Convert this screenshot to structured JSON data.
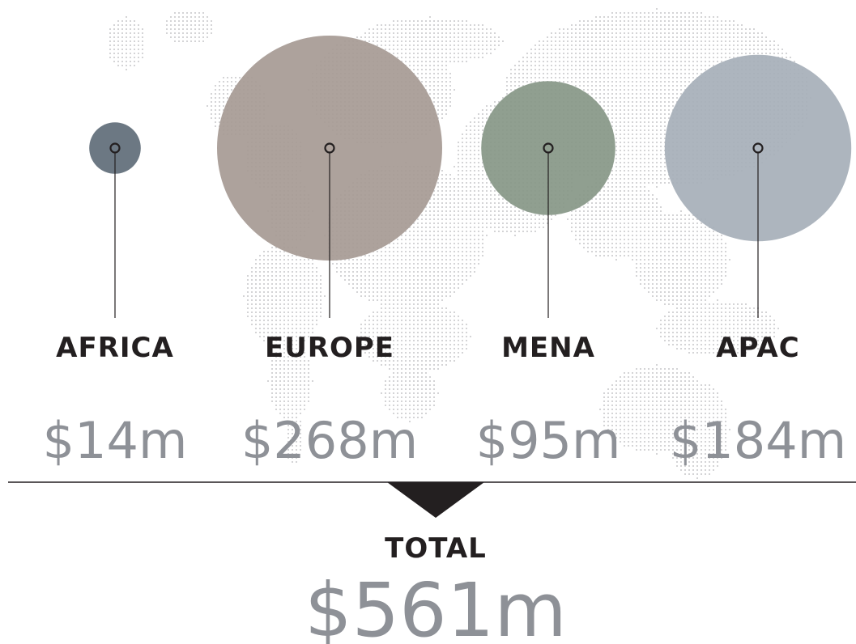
{
  "colors": {
    "africa": "#5f6c78",
    "europe": "#a69a94",
    "mena": "#879787",
    "apac": "#a6afb9",
    "map_dots": "#d4d4d6",
    "line": "#231f20",
    "value_text": "#8e9197"
  },
  "chart_data": {
    "type": "bubble",
    "categories": [
      "AFRICA",
      "EUROPE",
      "MENA",
      "APAC"
    ],
    "values": [
      14,
      268,
      95,
      184
    ],
    "value_labels": [
      "$14m",
      "$268m",
      "$95m",
      "$184m"
    ],
    "unit": "$m",
    "total": {
      "label": "TOTAL",
      "value": 561,
      "value_label": "$561m"
    },
    "background": "world-map-dots",
    "grid": false
  }
}
